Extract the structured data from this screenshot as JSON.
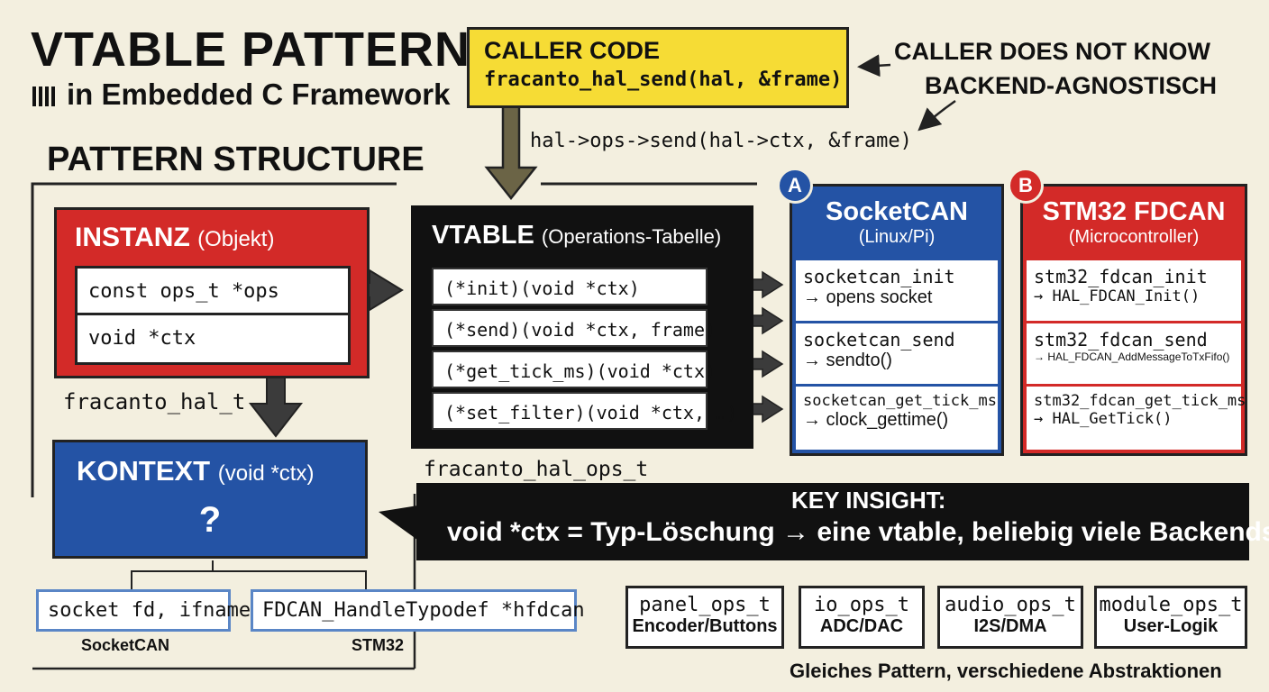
{
  "header": {
    "title": "VTABLE PATTERN",
    "subtitle": "in Embedded C Framework",
    "section": "PATTERN STRUCTURE"
  },
  "caller": {
    "heading": "CALLER CODE",
    "code": "fracanto_hal_send(hal, &frame)",
    "note_line1": "CALLER DOES NOT KNOW",
    "note_line2": "BACKEND-AGNOSTISCH",
    "dispatch": "hal->ops->send(hal->ctx, &frame)"
  },
  "instanz": {
    "title": "INSTANZ",
    "title_suffix": "(Objekt)",
    "rows": [
      "const ops_t *ops",
      "void *ctx"
    ],
    "caption": "fracanto_hal_t"
  },
  "kontext": {
    "title": "KONTEXT",
    "title_suffix": "(void *ctx)",
    "mark": "?",
    "variants": [
      {
        "field": "socket fd, ifname",
        "label": "SocketCAN"
      },
      {
        "field": "FDCAN_HandleTypodef *hfdcan",
        "label": "STM32"
      }
    ]
  },
  "vtable": {
    "title": "VTABLE",
    "title_suffix": "(Operations-Tabelle)",
    "rows": [
      "(*init)(void *ctx)",
      "(*send)(void *ctx, frame)",
      "(*get_tick_ms)(void *ctx)",
      "(*set_filter)(void *ctx, …)"
    ],
    "caption": "fracanto_hal_ops_t"
  },
  "backends": [
    {
      "badge": "A",
      "title": "SocketCAN",
      "subtitle": "(Linux/Pi)",
      "items": [
        {
          "fn": "socketcan_init",
          "impl": "→ opens socket"
        },
        {
          "fn": "socketcan_send",
          "impl": "→ sendto()"
        },
        {
          "fn": "socketcan_get_tick_ms",
          "impl": "→ clock_gettime()"
        }
      ]
    },
    {
      "badge": "B",
      "title": "STM32 FDCAN",
      "subtitle": "(Microcontroller)",
      "items": [
        {
          "fn": "stm32_fdcan_init",
          "impl": "→ HAL_FDCAN_Init()"
        },
        {
          "fn": "stm32_fdcan_send",
          "impl": "→ HAL_FDCAN_AddMessageToTxFifo()"
        },
        {
          "fn": "stm32_fdcan_get_tick_ms",
          "impl": "→ HAL_GetTick()"
        }
      ]
    }
  ],
  "insight": {
    "heading": "KEY INSIGHT:",
    "text": "void *ctx = Typ-Löschung → eine vtable, beliebig viele Backends"
  },
  "ops_types": [
    {
      "name": "panel_ops_t",
      "desc": "Encoder/Buttons"
    },
    {
      "name": "io_ops_t",
      "desc": "ADC/DAC"
    },
    {
      "name": "audio_ops_t",
      "desc": "I2S/DMA"
    },
    {
      "name": "module_ops_t",
      "desc": "User-Logik"
    }
  ],
  "ops_caption": "Gleiches Pattern, verschiedene Abstraktionen",
  "colors": {
    "yellow": "#f6dc35",
    "red": "#d32a28",
    "blue": "#2453a5",
    "black": "#111111",
    "paper": "#f3efdf"
  }
}
